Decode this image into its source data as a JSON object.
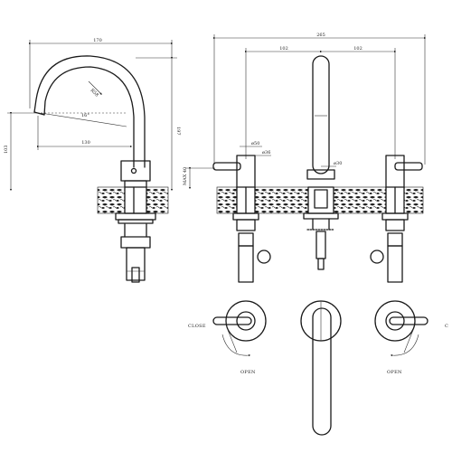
{
  "dimensions": {
    "side_width": "170",
    "side_height": "197",
    "side_spout": "130",
    "side_left_height": "103",
    "side_angle": "16°",
    "side_radius": "R58",
    "front_total": "265",
    "front_left": "102",
    "front_right": "102",
    "front_dia_50": "ø50",
    "front_dia_36": "ø36",
    "front_dia_30": "ø30",
    "front_deck": "MAX 40"
  },
  "labels": {
    "close_left": "CLOSE",
    "close_right": "C",
    "open_left": "OPEN",
    "open_right": "OPEN"
  }
}
